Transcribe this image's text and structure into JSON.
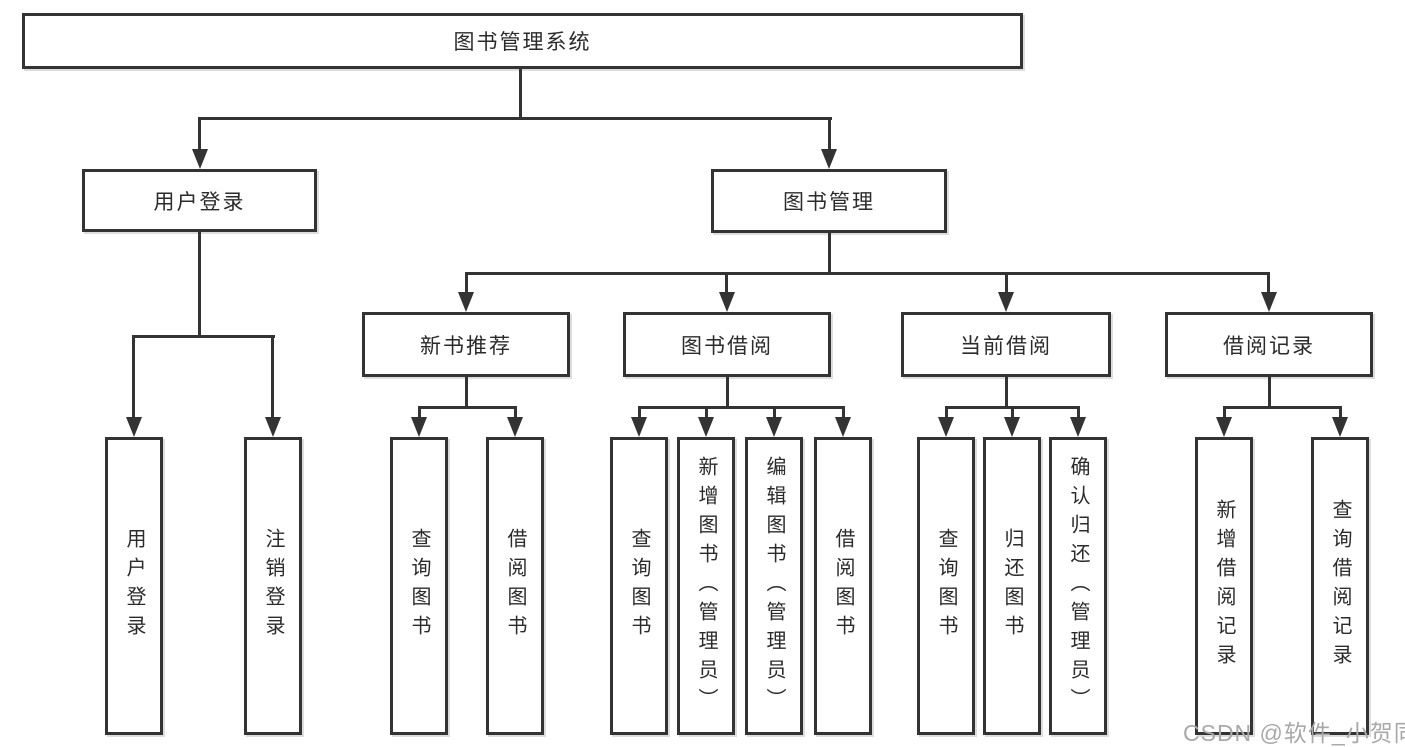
{
  "diagram": {
    "root": {
      "label": "图书管理系统"
    },
    "branches": [
      {
        "label": "用户登录",
        "children": [
          {
            "label": "用户登录"
          },
          {
            "label": "注销登录"
          }
        ]
      },
      {
        "label": "图书管理",
        "children": [
          {
            "label": "新书推荐",
            "children": [
              {
                "label": "查询图书"
              },
              {
                "label": "借阅图书"
              }
            ]
          },
          {
            "label": "图书借阅",
            "children": [
              {
                "label": "查询图书"
              },
              {
                "label": "新增图书（管理员）"
              },
              {
                "label": "编辑图书（管理员）"
              },
              {
                "label": "借阅图书"
              }
            ]
          },
          {
            "label": "当前借阅",
            "children": [
              {
                "label": "查询图书"
              },
              {
                "label": "归还图书"
              },
              {
                "label": "确认归还（管理员）"
              }
            ]
          },
          {
            "label": "借阅记录",
            "children": [
              {
                "label": "新增借阅记录"
              },
              {
                "label": "查询借阅记录"
              }
            ]
          }
        ]
      }
    ]
  },
  "watermark": {
    "text": "CSDN @软件_小贺同学"
  },
  "colors": {
    "line": "#333333",
    "text": "#2b2b2b",
    "watermark": "#a9a9a9",
    "background": "#ffffff"
  }
}
